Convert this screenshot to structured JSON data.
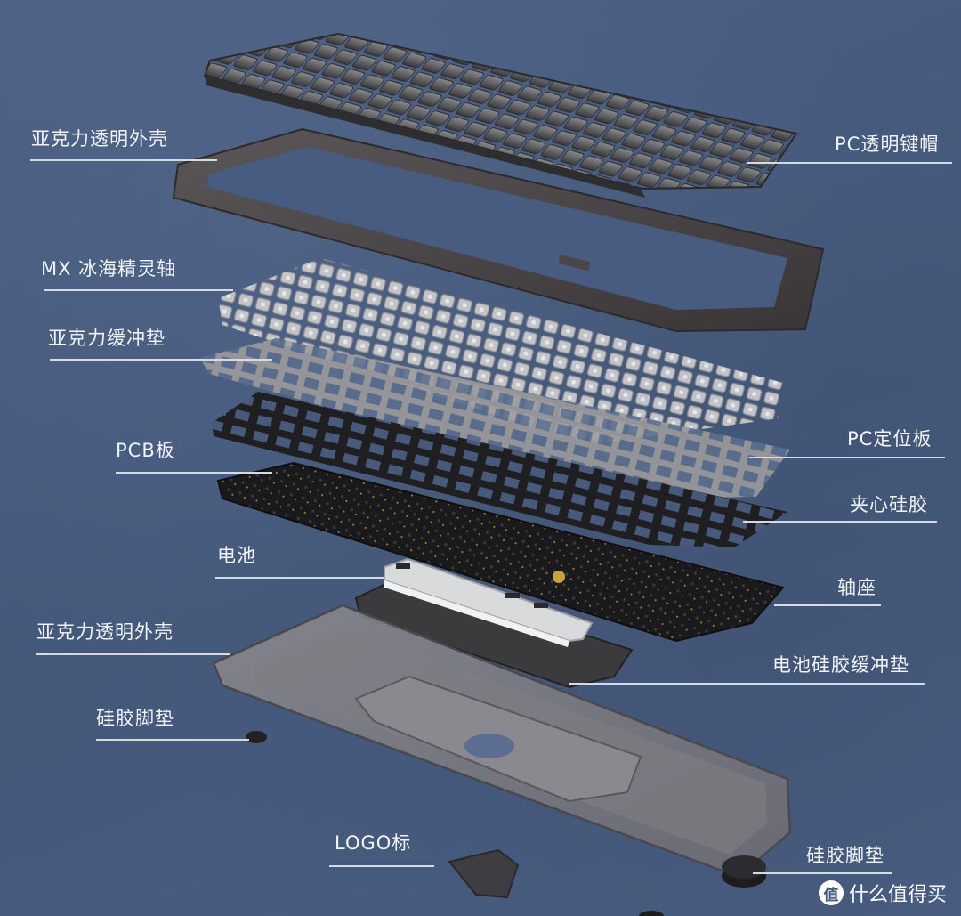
{
  "diagram": {
    "type": "exploded-view",
    "subject": "mechanical keyboard components",
    "colors": {
      "background": "#475c80",
      "label_text": "#f2f4f8",
      "leader_line": "#d5dae3"
    }
  },
  "labels": {
    "top_case": "亚克力透明外壳",
    "switches": "MX 冰海精灵轴",
    "acrylic_foam": "亚克力缓冲垫",
    "pcb": "PCB板",
    "battery": "电池",
    "bottom_case": "亚克力透明外壳",
    "feet_left": "硅胶脚垫",
    "logo": "LOGO标",
    "keycaps": "PC透明键帽",
    "plate": "PC定位板",
    "sandwich_silicone": "夹心硅胶",
    "sockets": "轴座",
    "battery_pad": "电池硅胶缓冲垫",
    "feet_right": "硅胶脚垫"
  },
  "watermark": {
    "badge": "值",
    "text": "什么值得买"
  }
}
